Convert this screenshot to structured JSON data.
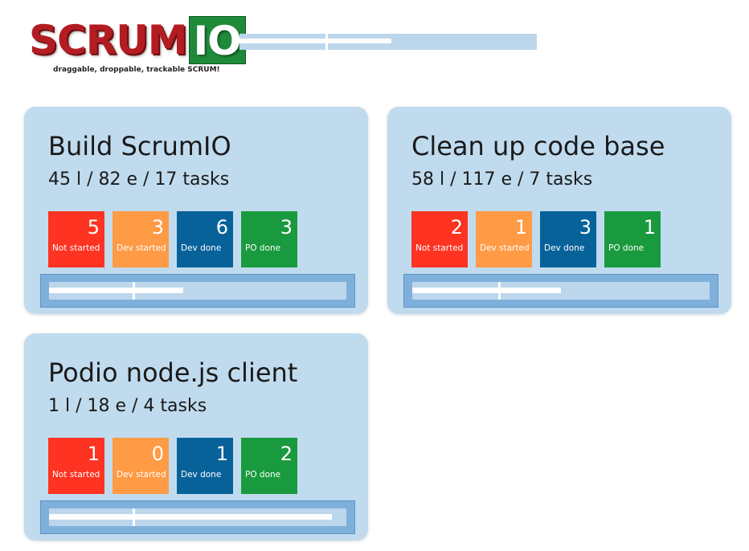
{
  "header": {
    "logo": {
      "part1": "SCRUM",
      "part2": "IO",
      "tagline": "draggable, droppable, trackable SCRUM!"
    },
    "overall_progress": {
      "fill": 0.51,
      "marker": 0.29
    }
  },
  "colors": {
    "not_started": "#ff3321",
    "dev_started": "#ff9a45",
    "dev_done": "#08629a",
    "po_done": "#1a9a3e"
  },
  "stories": [
    {
      "title": "Build ScrumIO",
      "stats": "45 l / 82 e / 17 tasks",
      "statuses": [
        {
          "count": "5",
          "label": "Not started"
        },
        {
          "count": "3",
          "label": "Dev started"
        },
        {
          "count": "6",
          "label": "Dev done"
        },
        {
          "count": "3",
          "label": "PO done"
        }
      ],
      "progress": {
        "fill": 0.45,
        "marker": 0.28
      }
    },
    {
      "title": "Clean up code base",
      "stats": "58 l / 117 e / 7 tasks",
      "statuses": [
        {
          "count": "2",
          "label": "Not started"
        },
        {
          "count": "1",
          "label": "Dev started"
        },
        {
          "count": "3",
          "label": "Dev done"
        },
        {
          "count": "1",
          "label": "PO done"
        }
      ],
      "progress": {
        "fill": 0.5,
        "marker": 0.29
      }
    },
    {
      "title": "Podio node.js client",
      "stats": "1 l / 18 e / 4 tasks",
      "statuses": [
        {
          "count": "1",
          "label": "Not started"
        },
        {
          "count": "0",
          "label": "Dev started"
        },
        {
          "count": "1",
          "label": "Dev done"
        },
        {
          "count": "2",
          "label": "PO done"
        }
      ],
      "progress": {
        "fill": 0.95,
        "marker": 0.28
      }
    }
  ]
}
